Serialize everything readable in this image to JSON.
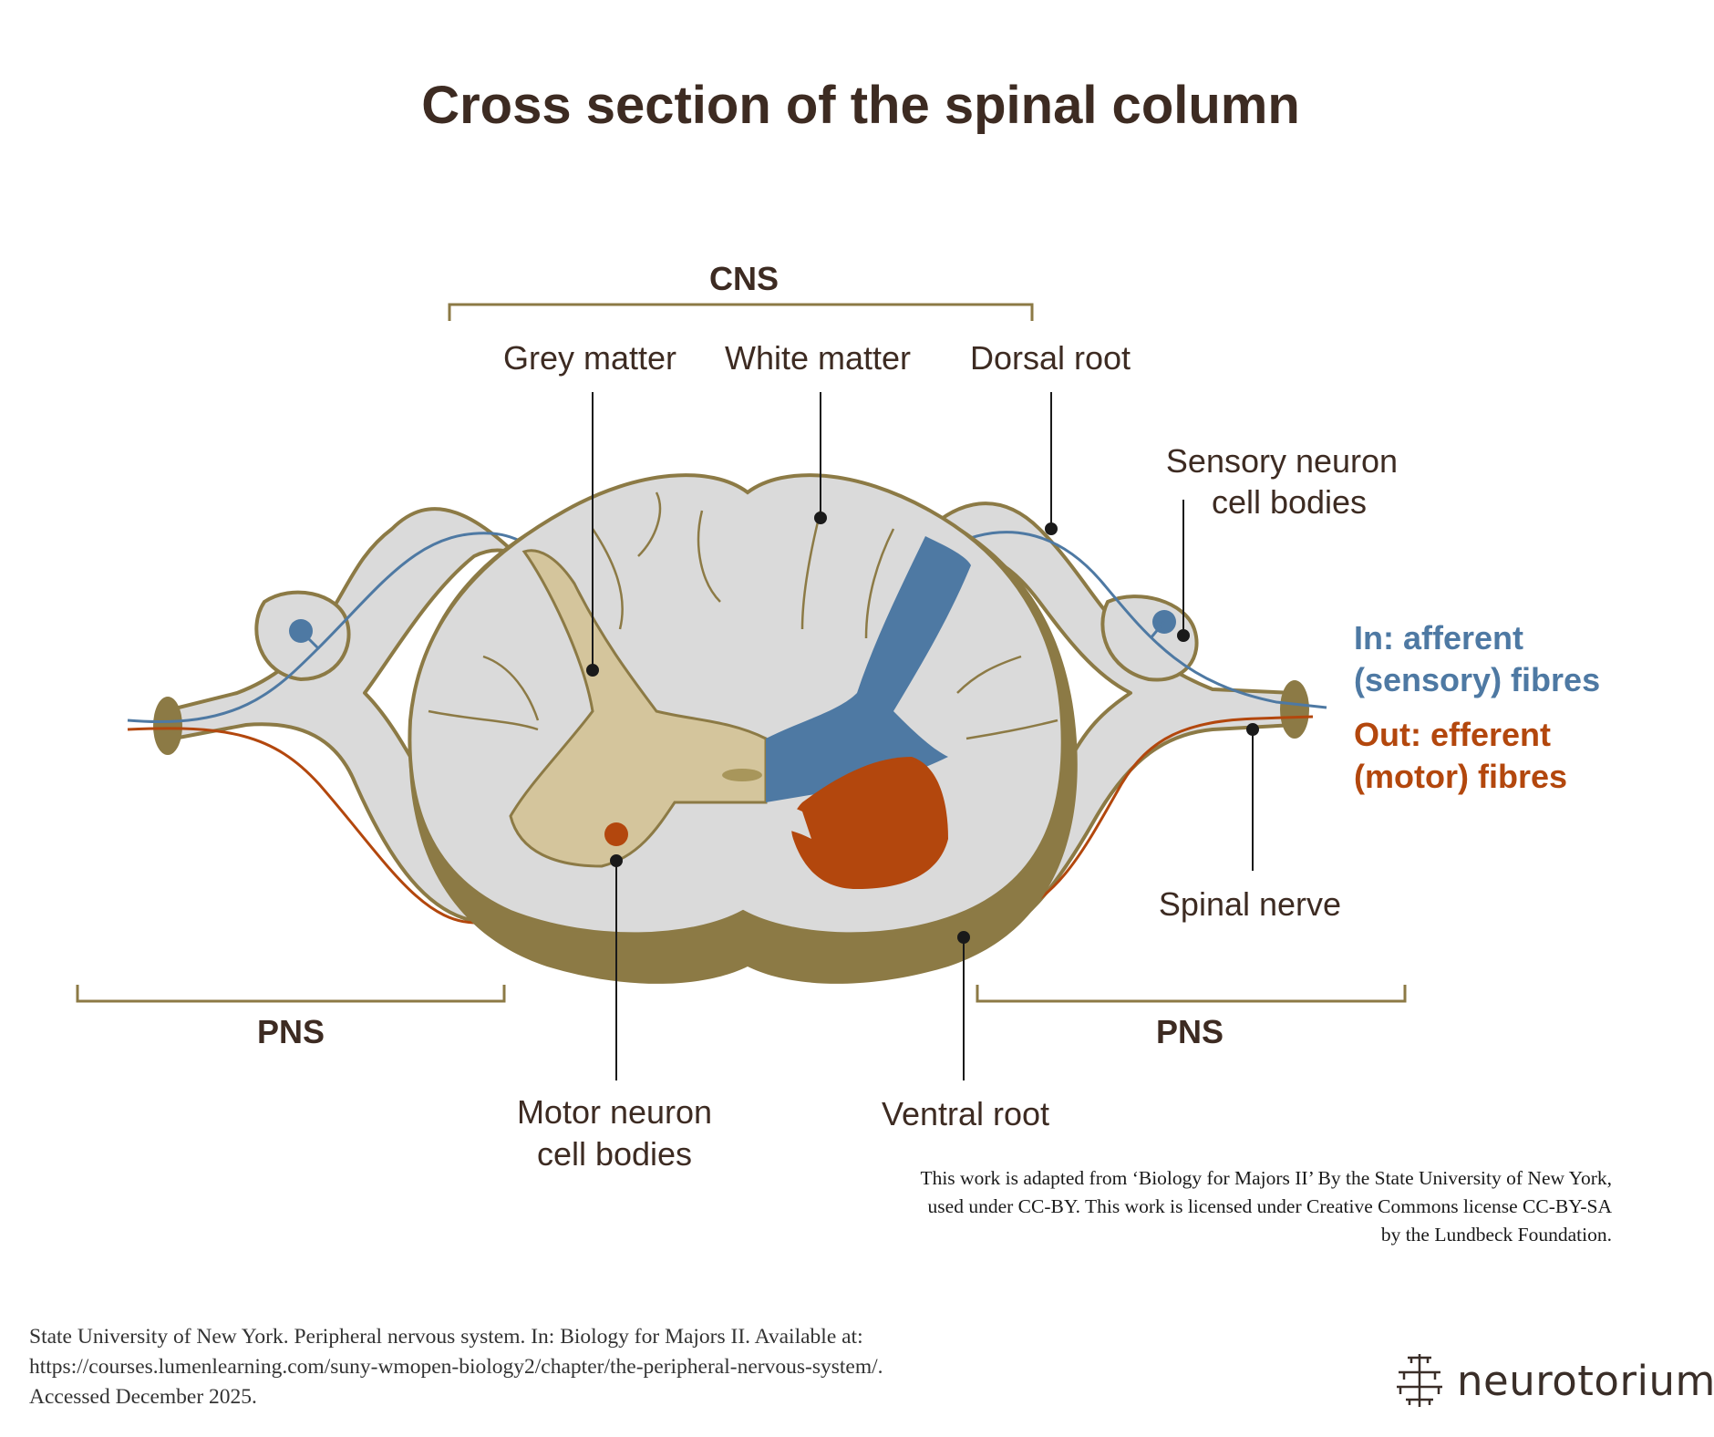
{
  "title": "Cross section of the spinal column",
  "brackets": {
    "cns": "CNS",
    "pns_left": "PNS",
    "pns_right": "PNS"
  },
  "labels": {
    "grey_matter": "Grey matter",
    "white_matter": "White matter",
    "dorsal_root": "Dorsal root",
    "sensory_neuron_line1": "Sensory neuron",
    "sensory_neuron_line2": "cell bodies",
    "spinal_nerve": "Spinal nerve",
    "ventral_root": "Ventral root",
    "motor_neuron_line1": "Motor neuron",
    "motor_neuron_line2": "cell bodies"
  },
  "legend": {
    "afferent_line1": "In: afferent",
    "afferent_line2": "(sensory) fibres",
    "efferent_line1": "Out: efferent",
    "efferent_line2": "(motor) fibres"
  },
  "credit": "This work is adapted from ‘Biology for Majors II’ By the State University of New York, used under CC-BY. This work is licensed under Creative Commons license CC-BY-SA by the Lundbeck Foundation.",
  "reference": {
    "line1": "State University of New York. Peripheral nervous system. In: Biology for Majors II. Available at:",
    "line2": "https://courses.lumenlearning.com/suny-wmopen-biology2/chapter/the-peripheral-nervous-system/.",
    "line3": "Accessed December 2025."
  },
  "logo": "neurotorium",
  "colors": {
    "outline_brown": "#8c7a45",
    "white_matter": "#dadada",
    "grey_matter": "#d4c59c",
    "afferent_blue": "#4e79a3",
    "efferent_orange": "#b3470d",
    "text_dark": "#3d2b22"
  }
}
